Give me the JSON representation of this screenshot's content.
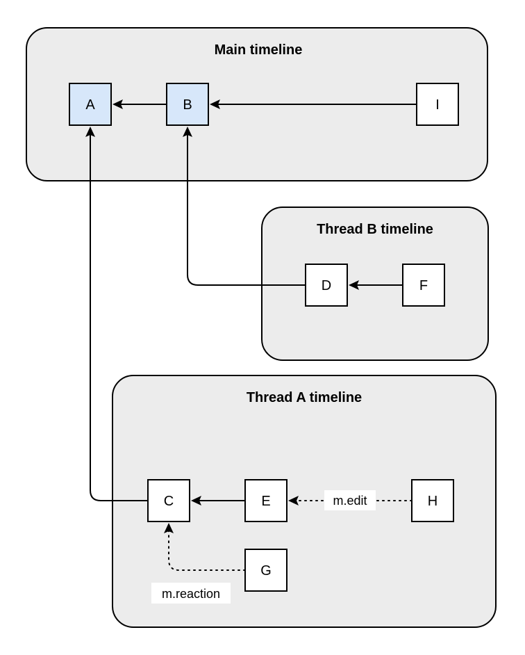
{
  "diagram": {
    "containers": [
      {
        "id": "main",
        "title": "Main timeline"
      },
      {
        "id": "thread-b",
        "title": "Thread B timeline"
      },
      {
        "id": "thread-a",
        "title": "Thread A timeline"
      }
    ],
    "nodes": {
      "a": "A",
      "b": "B",
      "i": "I",
      "d": "D",
      "f": "F",
      "c": "C",
      "e": "E",
      "h": "H",
      "g": "G"
    },
    "edge_labels": {
      "edit": "m.edit",
      "reaction": "m.reaction"
    },
    "colors": {
      "page_bg": "#ffffff",
      "container_fill": "#ececec",
      "container_border": "#000000",
      "node_fill": "#ffffff",
      "node_highlight_fill": "#d7e7fa",
      "node_border": "#000000",
      "line_color": "#000000",
      "label_bg": "#ffffff",
      "text_color": "#000000"
    }
  }
}
